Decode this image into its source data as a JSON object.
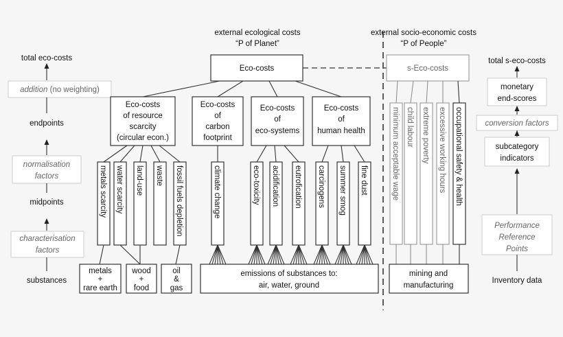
{
  "headers": {
    "ecological_line1": "external ecological costs",
    "ecological_line2": "“P of Planet”",
    "socio_line1": "external socio-economic costs",
    "socio_line2": "“P of People”"
  },
  "left_column": {
    "total": "total eco-costs",
    "addition_italic": "addition",
    "addition_rest": " (no weighting)",
    "endpoints": "endpoints",
    "normalisation_1": "normalisation",
    "normalisation_2": "factors",
    "midpoints": "midpoints",
    "characterisation_1": "characterisation",
    "characterisation_2": "factors",
    "substances": "substances"
  },
  "right_column": {
    "total": "total s-eco-costs",
    "monetary_1": "monetary",
    "monetary_2": "end-scores",
    "conversion": "conversion factors",
    "subcategory_1": "subcategory",
    "subcategory_2": "indicators",
    "performance_1": "Performance",
    "performance_2": "Reference",
    "performance_3": "Points",
    "inventory": "Inventory data"
  },
  "top_boxes": {
    "eco_costs": "Eco-costs",
    "s_eco_costs": "s-Eco-costs"
  },
  "categories": {
    "resource": [
      "Eco-costs",
      "of resource",
      "scarcity",
      "(circular econ.)"
    ],
    "carbon": [
      "Eco-costs",
      "of",
      "carbon",
      "footprint"
    ],
    "ecosystems": [
      "Eco-costs",
      "of",
      "eco-systems"
    ],
    "health": [
      "Eco-costs",
      "of",
      "human health"
    ]
  },
  "midpoints": {
    "metals": "metals scarcity",
    "water": "water scarcity",
    "landuse": "land-use",
    "waste": "waste",
    "fossil": "fossil fuels depletion",
    "climate": "climate change",
    "ecotox": "eco-toxicity",
    "acid": "acidification",
    "eutro": "eutrofication",
    "carcin": "carcinogens",
    "smog": "summer smog",
    "dust": "fine dust"
  },
  "social_indicators": {
    "wage": "minimum acceptable wage",
    "child": "child labour",
    "poverty": "extreme poverty",
    "hours": "excessive working hours",
    "safety": "occupational safety & health"
  },
  "bottom_boxes": {
    "metals": [
      "metals",
      "+",
      "rare earth"
    ],
    "wood": [
      "wood",
      "+",
      "food"
    ],
    "oil": [
      "oil",
      "&",
      "gas"
    ],
    "emissions": [
      "emissions of substances to:",
      "air, water, ground"
    ],
    "mining": [
      "mining and",
      "manufacturing"
    ]
  }
}
